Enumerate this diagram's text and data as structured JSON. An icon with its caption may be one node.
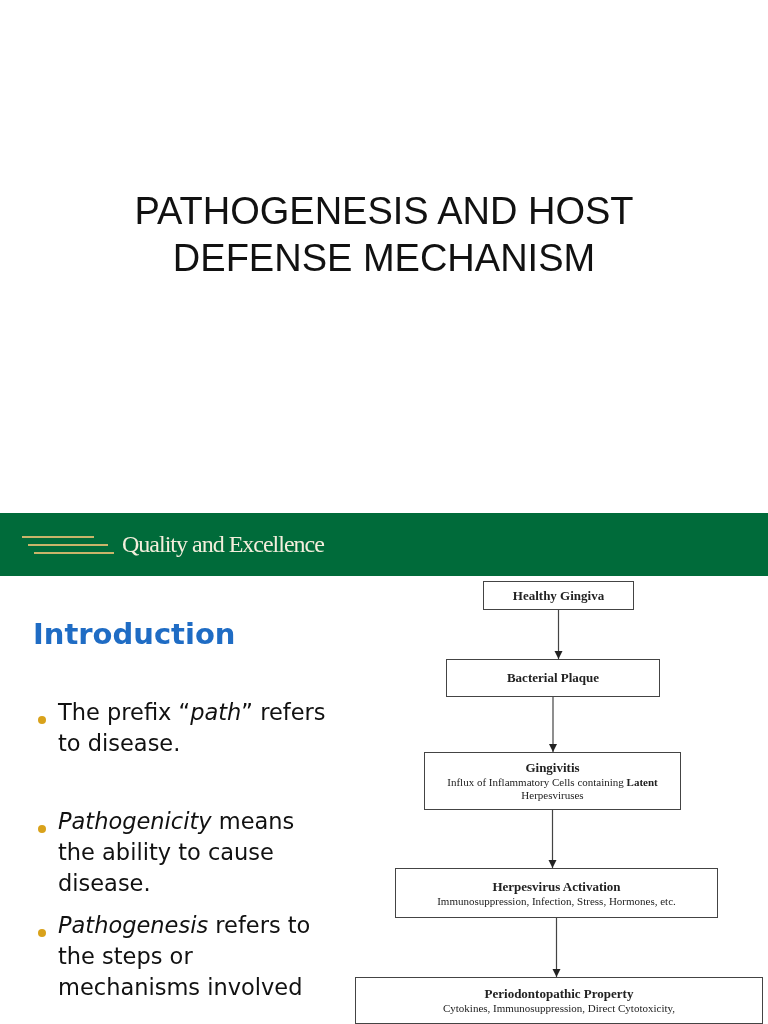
{
  "diagram": {
    "title": "PATHOGENESIS AND HOST DEFENSE MECHANISM",
    "nodes": [
      {
        "text": [
          "Healthy Gingiva"
        ]
      },
      {
        "text": [
          "Bacterial Plaque"
        ]
      },
      {
        "text": [
          "Gingivitis",
          "Influx of Inflammatory Cells containing **Latent** Herpesviruses"
        ]
      },
      {
        "text": [
          "Herpesvirus Activation",
          "Immunosuppression, Infection, Stress, Hormones, etc."
        ]
      },
      {
        "text": [
          "Periodontopathic Property",
          "Cytokines, Immunosuppression, Direct Cytotoxicity,"
        ]
      }
    ],
    "edges": [
      {
        "from": 0,
        "to": 1,
        "arrow": "to"
      },
      {
        "from": 1,
        "to": 2,
        "arrow": "to"
      },
      {
        "from": 2,
        "to": 3,
        "arrow": "to"
      },
      {
        "from": 3,
        "to": 4,
        "arrow": "to"
      }
    ],
    "labels": [
      "Quality and Excellence",
      "Introduction",
      "The prefix “*path*” refers to disease.",
      "*Pathogenicity* means the ability to cause disease.",
      "*Pathogenesis* refers to the steps or mechanisms involved"
    ]
  }
}
